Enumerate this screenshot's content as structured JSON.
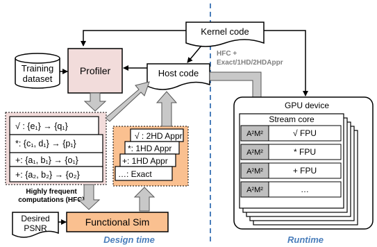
{
  "kernel_code": "Kernel code",
  "training_dataset": [
    "Training",
    "dataset"
  ],
  "profiler": "Profiler",
  "host_code": "Host code",
  "hfc_label": [
    "HFC +",
    "Exact/1HD/2HDAppr"
  ],
  "gpu_device": "GPU device",
  "stream_core": "Stream core",
  "core_rows": [
    {
      "left": "A²M²",
      "right": "√ FPU"
    },
    {
      "left": "A²M²",
      "right": "* FPU"
    },
    {
      "left": "A²M²",
      "right": "+ FPU"
    },
    {
      "left": "A²M²",
      "right": "…"
    }
  ],
  "hfc_cards": [
    "√ : {e₁} → {q₁}",
    "*: {c₁, d₁} → {p₁}",
    "+: {a₁, b₁} → {o₁}",
    "+: {a₂, b₂} → {o₂}"
  ],
  "hfc_caption": [
    "Highly frequent",
    "computations (HFC)"
  ],
  "appr_cards": [
    "√ : 2HD Appr",
    "*: 1HD Appr",
    "+: 1HD Appr",
    "…: Exact"
  ],
  "desired_psnr": [
    "Desired",
    "PSNR"
  ],
  "functional_sim": "Functional Sim",
  "design_time": "Design time",
  "runtime": "Runtime",
  "colors": {
    "profiler_fill": "#f2dcdb",
    "hfc_fill": "#f2dcdb",
    "orange_fill": "#fac090",
    "accent_blue": "#4a7ebb",
    "arrow_gray": "#c8c8c8",
    "core_cell": "#bfbfbf"
  }
}
